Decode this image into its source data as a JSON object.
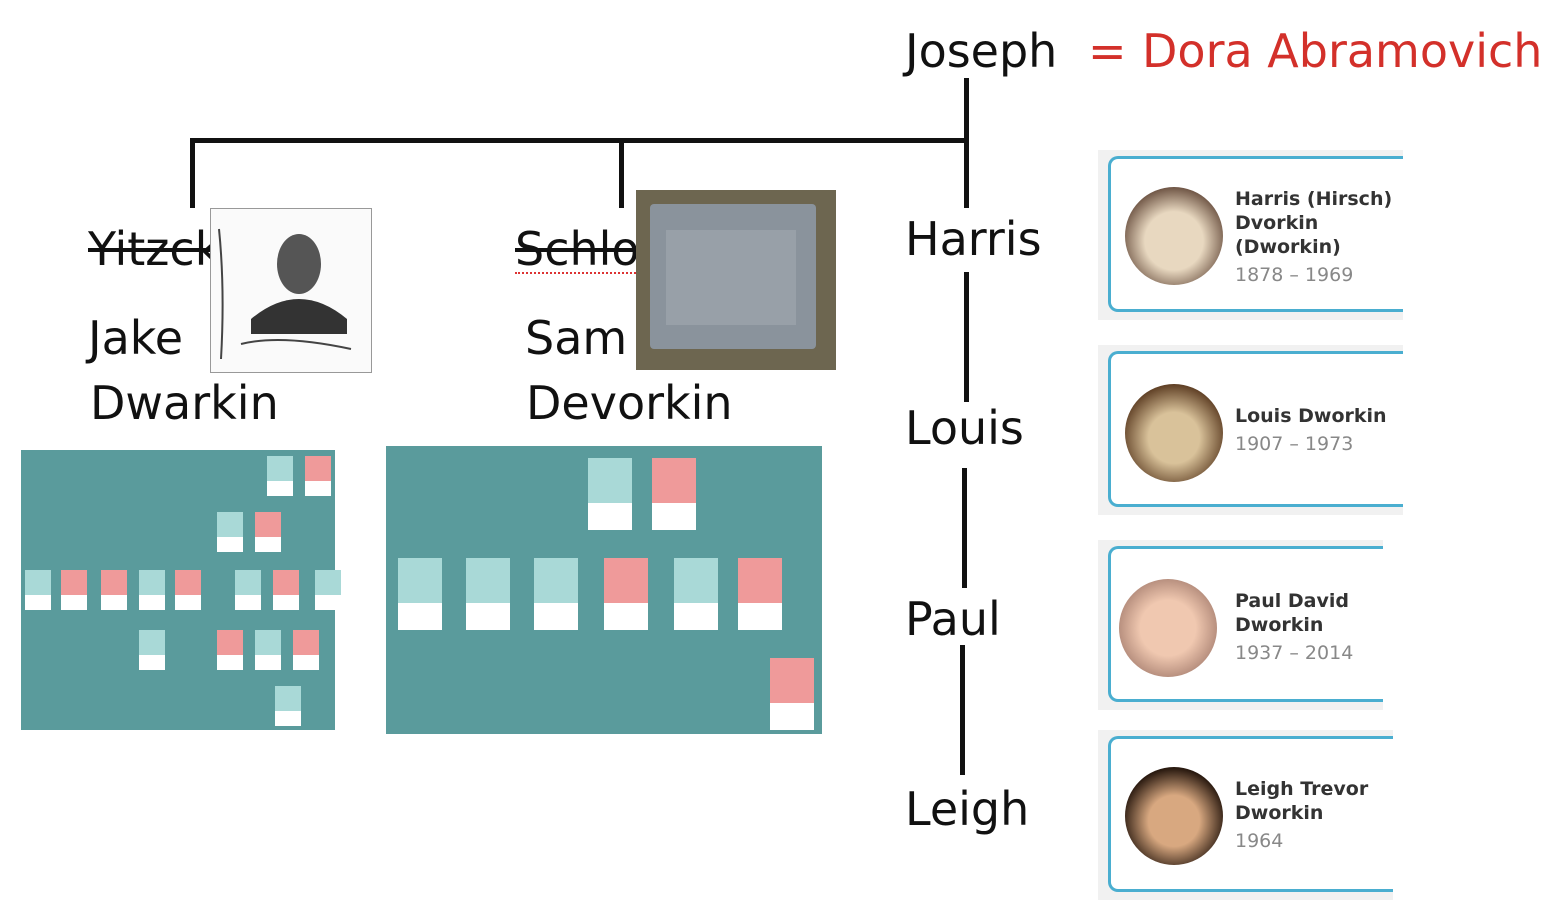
{
  "root": {
    "father": "Joseph",
    "spouse_prefix": "=",
    "mother": "Dora Abramovich",
    "mother_color": "#d3302a"
  },
  "children": [
    {
      "old_name": "Yitzck",
      "name_line1": "Jake",
      "name_line2": "Dwarkin"
    },
    {
      "old_name": "Schlo",
      "name_line1": "Sam",
      "name_line2": "Devorkin"
    }
  ],
  "lineage": [
    "Harris",
    "Louis",
    "Paul",
    "Leigh"
  ],
  "cards": [
    {
      "name": "Harris (Hirsch) Dvorkin (Dworkin)",
      "years": "1878 – 1969"
    },
    {
      "name": "Louis Dworkin",
      "years": "1907 – 1973"
    },
    {
      "name": "Paul David Dworkin",
      "years": "1937 – 2014"
    },
    {
      "name": "Leigh Trevor Dworkin",
      "years": "1964"
    }
  ],
  "colors": {
    "teal": "#5a9b9c",
    "male": "#a9d9d7",
    "female": "#ef9a9a",
    "card_border": "#4aaed0"
  }
}
